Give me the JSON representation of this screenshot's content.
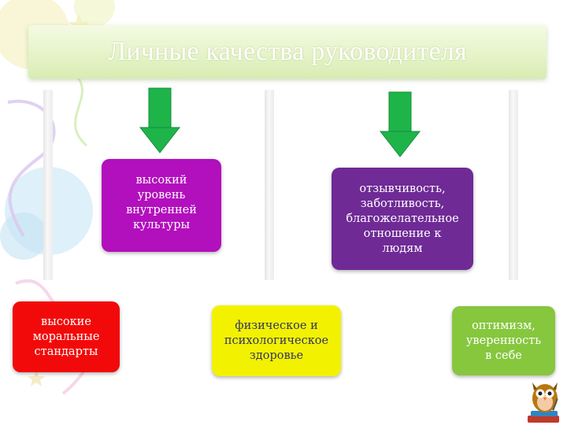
{
  "slide": {
    "title": "Личные качества руководителя"
  },
  "boxes": {
    "culture": [
      "высокий",
      "уровень",
      "внутренней",
      "культуры"
    ],
    "responsive": [
      "отзывчивость,",
      "заботливость,",
      "благожелательное",
      "отношение к",
      "людям"
    ],
    "moral": [
      "высокие",
      "моральные",
      "стандарты"
    ],
    "health": [
      "физическое и",
      "психологическое",
      "здоровье"
    ],
    "optimism": [
      "оптимизм,",
      "уверенность",
      "в себе"
    ]
  },
  "colors": {
    "culture": "#b20fbd",
    "responsive": "#6f2a96",
    "moral": "#f20a0a",
    "health": "#f2f200",
    "optimism": "#86c73e",
    "arrow": "#1fb44a",
    "title_bar": "#e4f3c6"
  },
  "icons": {
    "arrows": "green-down-arrow-icon",
    "mascot": "owl-icon"
  }
}
